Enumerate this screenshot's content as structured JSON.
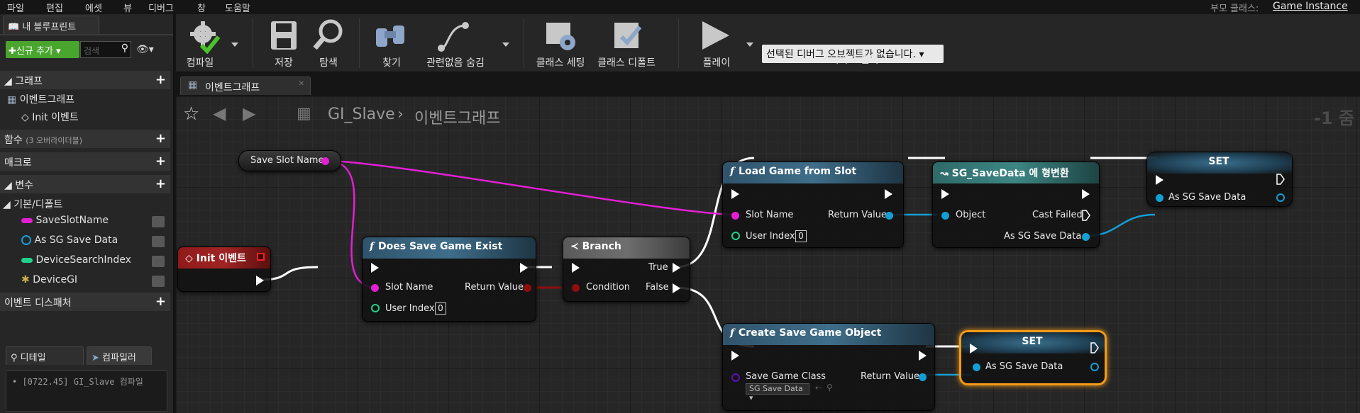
{
  "menu": [
    "파일",
    "편집",
    "에셋",
    "뷰",
    "디버그",
    "창",
    "도움말"
  ],
  "parent_class": {
    "label": "부모 클래스:",
    "value": "Game Instance"
  },
  "my_blueprint": {
    "tab_label": "내 블루프린트",
    "add_new_label": "신규 추가",
    "search_placeholder": "검색",
    "sections": {
      "graphs": "그래프",
      "functions": "함수",
      "functions_note": "(3 오버라이더블)",
      "macros": "매크로",
      "variables": "변수",
      "event_dispatchers": "이벤트 디스패처"
    },
    "graph_items": [
      "이벤트그래프",
      "Init 이벤트"
    ],
    "variable_category": "기본/디폴트",
    "variables": [
      {
        "name": "SaveSlotName",
        "color": "#e31fd4",
        "icon": "string-pill-icon"
      },
      {
        "name": "As SG Save Data",
        "color": "#139fd3",
        "icon": "object-ring-icon"
      },
      {
        "name": "DeviceSearchIndex",
        "color": "#1fd18c",
        "icon": "int-pill-icon"
      },
      {
        "name": "DeviceGI",
        "color": "#cbb24a",
        "icon": "puzzle-icon"
      }
    ]
  },
  "bottom_tabs": [
    "디테일",
    "컴파일러"
  ],
  "compiler_log": "[0722.45] GI_Slave 컴파일",
  "toolbar": {
    "compile": "컴파일",
    "save": "저장",
    "browse": "탐색",
    "find": "찾기",
    "hide_unrelated": "관련없음 숨김",
    "class_settings": "클래스 세팅",
    "class_defaults": "클래스 디폴트",
    "play": "플레이",
    "debug_select": "선택된 디버그 오브젝트가 없습니다.",
    "debug_filter": "디버그 필터"
  },
  "graph_tab": "이벤트그래프",
  "breadcrumb": {
    "blueprint": "GI_Slave",
    "graph": "이벤트그래프"
  },
  "zoom": "-1 줌",
  "nodes": {
    "save_slot_name": {
      "title": "Save Slot Name"
    },
    "init_event": {
      "title": "Init 이벤트"
    },
    "does_save_game_exist": {
      "title": "Does Save Game Exist",
      "slot_name": "Slot Name",
      "return_value": "Return Value",
      "user_index": "User Index",
      "user_index_value": "0"
    },
    "branch": {
      "title": "Branch",
      "condition": "Condition",
      "true": "True",
      "false": "False"
    },
    "load_game_from_slot": {
      "title": "Load Game from Slot",
      "slot_name": "Slot Name",
      "return_value": "Return Value",
      "user_index": "User Index",
      "user_index_value": "0"
    },
    "cast": {
      "title": "SG_SaveData 에 형변환",
      "object": "Object",
      "cast_failed": "Cast Failed",
      "as": "As SG Save Data"
    },
    "set_top": {
      "title": "SET",
      "as": "As SG Save Data"
    },
    "create_save_game_object": {
      "title": "Create Save Game Object",
      "class": "Save Game Class",
      "class_value": "SG Save Data",
      "return_value": "Return Value"
    },
    "set_bottom": {
      "title": "SET",
      "as": "As SG Save Data"
    }
  },
  "colors": {
    "string": "#e31fd4",
    "bool": "#8f0d0d",
    "object": "#139fd3",
    "int": "#1fd18c",
    "class": "#5c0fb5",
    "exec": "#ffffff",
    "selected": "#f29a1a"
  }
}
